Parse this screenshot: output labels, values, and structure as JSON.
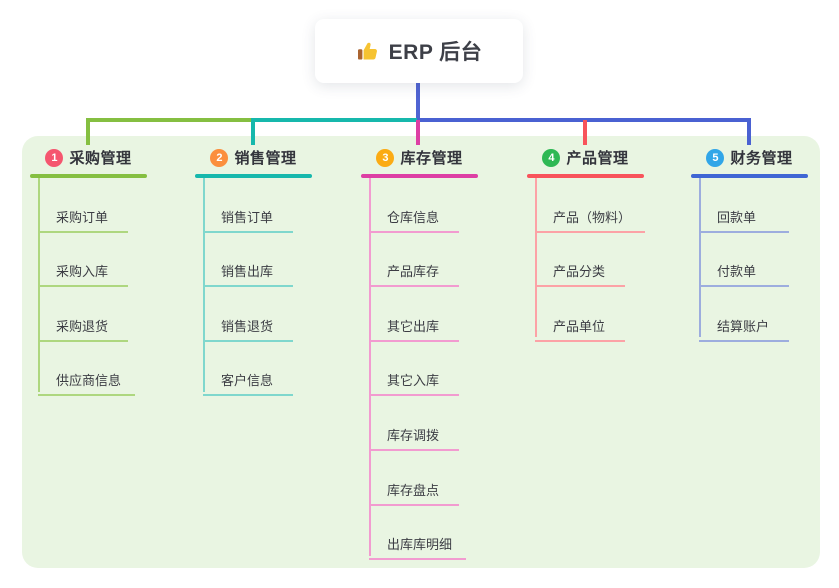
{
  "root": {
    "title": "ERP 后台",
    "icon": "thumbs-up"
  },
  "connectors": {
    "root_stem_color": "#5064d3",
    "bus_segment_colors": [
      "#85bf41",
      "#16b8ac",
      "#4a61d2"
    ],
    "drop_colors": [
      "#85bf41",
      "#16b8ac",
      "#dd3fa4",
      "#f8535b",
      "#4a61d2"
    ]
  },
  "panel_color": "#e9f5e2",
  "branches": [
    {
      "num": "1",
      "title": "采购管理",
      "badge_color": "#f5566f",
      "line_color": "#85bf41",
      "child_line_color": "#aed77f",
      "children": [
        "采购订单",
        "采购入库",
        "采购退货",
        "供应商信息"
      ]
    },
    {
      "num": "2",
      "title": "销售管理",
      "badge_color": "#fb8f3d",
      "line_color": "#16b8ac",
      "child_line_color": "#7fd7cd",
      "children": [
        "销售订单",
        "销售出库",
        "销售退货",
        "客户信息"
      ]
    },
    {
      "num": "3",
      "title": "库存管理",
      "badge_color": "#fbab13",
      "line_color": "#dd3fa4",
      "child_line_color": "#f29bd0",
      "children": [
        "仓库信息",
        "产品库存",
        "其它出库",
        "其它入库",
        "库存调拨",
        "库存盘点",
        "出库库明细"
      ]
    },
    {
      "num": "4",
      "title": "产品管理",
      "badge_color": "#2eb854",
      "line_color": "#f8535b",
      "child_line_color": "#fca2a6",
      "children": [
        "产品（物料）",
        "产品分类",
        "产品单位"
      ]
    },
    {
      "num": "5",
      "title": "财务管理",
      "badge_color": "#31a6e8",
      "line_color": "#3f66d4",
      "child_line_color": "#9dadde",
      "children": [
        "回款单",
        "付款单",
        "结算账户"
      ]
    }
  ]
}
